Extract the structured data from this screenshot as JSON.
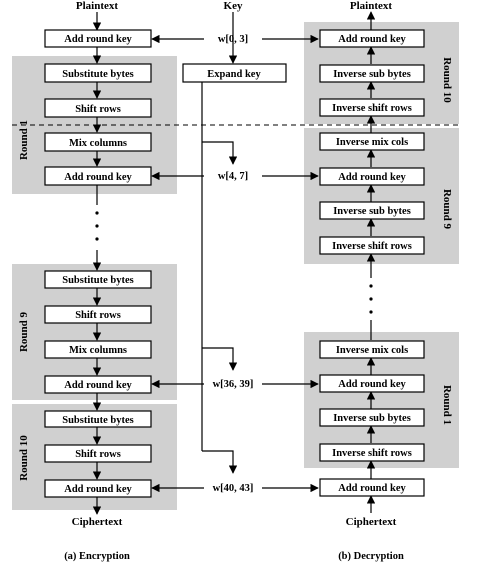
{
  "colors": {
    "round_panel": "#d0d0d0",
    "box_fill": "#ffffff",
    "stroke": "#000000"
  },
  "encryption": {
    "input_label": "Plaintext",
    "output_label": "Ciphertext",
    "caption": "(a) Encryption",
    "initial_box": "Add round key",
    "round1": {
      "label": "Round 1",
      "boxes": [
        "Substitute bytes",
        "Shift rows",
        "Mix columns",
        "Add round key"
      ]
    },
    "round9": {
      "label": "Round 9",
      "boxes": [
        "Substitute bytes",
        "Shift rows",
        "Mix columns",
        "Add round key"
      ]
    },
    "round10": {
      "label": "Round 10",
      "boxes": [
        "Substitute bytes",
        "Shift rows",
        "Add round key"
      ]
    }
  },
  "key": {
    "label": "Key",
    "expand_box": "Expand key",
    "words": [
      "w[0, 3]",
      "w[4, 7]",
      "w[36, 39]",
      "w[40, 43]"
    ]
  },
  "decryption": {
    "output_label": "Plaintext",
    "input_label": "Ciphertext",
    "caption": "(b) Decryption",
    "initial_box": "Add round key",
    "round10": {
      "label": "Round 10",
      "boxes": [
        "Add round key",
        "Inverse sub bytes",
        "Inverse shift rows"
      ]
    },
    "round9": {
      "label": "Round 9",
      "boxes": [
        "Inverse mix cols",
        "Add round key",
        "Inverse sub bytes",
        "Inverse shift rows"
      ]
    },
    "round1": {
      "label": "Round 1",
      "boxes": [
        "Inverse mix cols",
        "Add round key",
        "Inverse sub bytes",
        "Inverse shift rows"
      ]
    }
  }
}
